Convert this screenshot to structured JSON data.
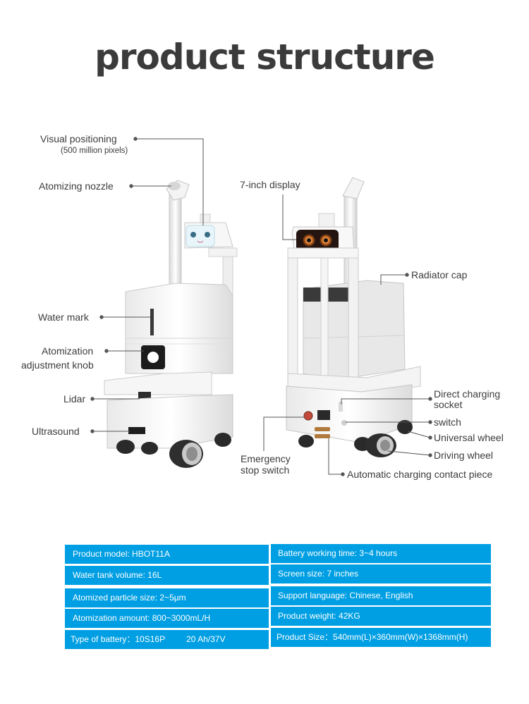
{
  "page_title": "product structure",
  "callouts": {
    "visual_positioning": "Visual positioning",
    "visual_positioning_sub": "(500 million pixels)",
    "atomizing_nozzle": "Atomizing nozzle",
    "water_mark": "Water mark",
    "atomization_knob_line1": "Atomization",
    "atomization_knob_line2": "adjustment knob",
    "lidar": "Lidar",
    "ultrasound": "Ultrasound",
    "seven_inch_display": "7-inch display",
    "radiator_cap": "Radiator cap",
    "direct_charging_line1": "Direct charging",
    "direct_charging_line2": "socket",
    "switch": "switch",
    "universal_wheel": "Universal wheel",
    "driving_wheel": "Driving wheel",
    "automatic_charging": "Automatic charging contact piece",
    "emergency_line1": "Emergency",
    "emergency_line2": "stop switch"
  },
  "specs": {
    "left": [
      "Product model: HBOT11A",
      "Water tank volume: 16L",
      "Atomized particle size: 2~5μm",
      "Atomization amount: 800~3000mL/H"
    ],
    "battery_type": "Type of battery：10S16P",
    "battery_capacity": "20 Ah/37V",
    "right": [
      "Battery working time: 3~4 hours",
      "Screen size: 7 inches",
      "Support language: Chinese, English",
      "Product weight: 42KG",
      "Product Size：540mm(L)×360mm(W)×1368mm(H)"
    ]
  },
  "colors": {
    "spec_cell_bg": "#009fe3",
    "spec_text": "#ffffff",
    "title_text": "#3b3b3b",
    "leader_line": "#555555"
  }
}
